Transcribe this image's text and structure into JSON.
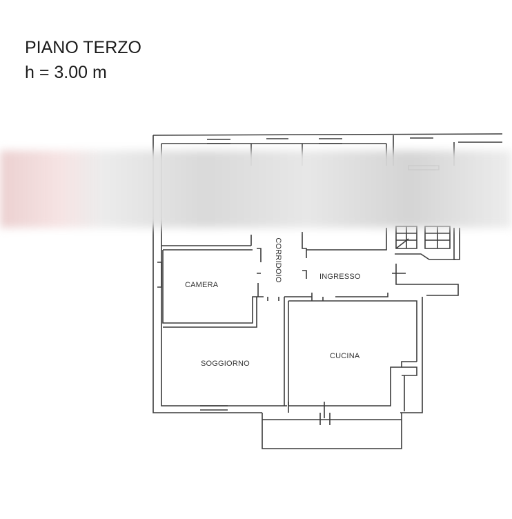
{
  "header": {
    "title": "PIANO TERZO",
    "height_note": "h = 3.00 m"
  },
  "rooms": {
    "camera": "CAMERA",
    "soggiorno": "SOGGIORNO",
    "cucina": "CUCINA",
    "ingresso": "INGRESSO",
    "corridoio": "CORRIDOIO"
  },
  "colors": {
    "wall": "#3a3a3a",
    "text": "#1a1a1a"
  }
}
